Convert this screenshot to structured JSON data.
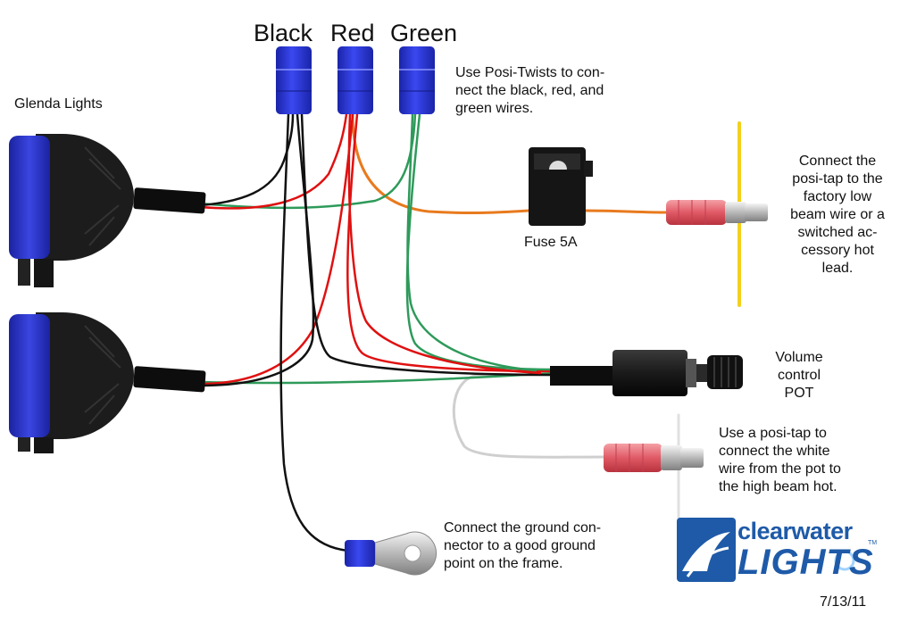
{
  "wire_titles": {
    "black": "Black",
    "red": "Red",
    "green": "Green"
  },
  "labels": {
    "glenda_lights": "Glenda Lights",
    "posi_twists": [
      "Use Posi-Twists to con-",
      "nect the black, red, and",
      "green wires."
    ],
    "fuse": "Fuse 5A",
    "posi_tap_low": [
      "Connect the",
      "posi-tap to the",
      "factory low",
      "beam wire or a",
      "switched ac-",
      "cessory hot",
      "lead."
    ],
    "volume_pot": [
      "Volume",
      "control",
      "POT"
    ],
    "posi_tap_high": [
      "Use a posi-tap to",
      "connect the white",
      "wire from the pot to",
      "the high beam hot."
    ],
    "ground": [
      "Connect the ground con-",
      "nector to a good ground",
      "point on the frame."
    ],
    "date": "7/13/11"
  },
  "logo": {
    "line1": "clearwater",
    "line2": "LIGHTS",
    "tm": "TM"
  },
  "colors": {
    "black_wire": "#111111",
    "red_wire": "#e01010",
    "green_wire": "#2e9a5a",
    "orange_wire": "#e87a1e",
    "white_wire": "#d8d8d8",
    "posi_twist": "#1f2fd0",
    "light_lens": "#2a35c8",
    "posi_tap": "#e0606a",
    "yellow_wire": "#f2d11c",
    "logo_blue": "#1e5aa8"
  }
}
